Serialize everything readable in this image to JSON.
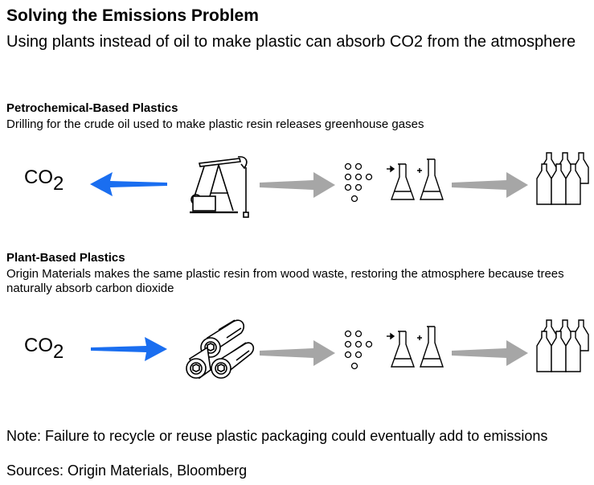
{
  "header": {
    "title": "Solving the Emissions Problem",
    "subtitle": "Using plants instead of oil to make plastic can absorb CO2 from the atmosphere"
  },
  "sections": [
    {
      "heading": "Petrochemical-Based Plastics",
      "description": "Drilling for the crude oil used to make plastic resin releases greenhouse gases",
      "co2_main": "CO",
      "co2_sub": "2",
      "co2_arrow_direction": "outward (released)",
      "steps": [
        "oil-pumpjack-icon",
        "molecules-icon",
        "flask-icon",
        "bottles-icon"
      ]
    },
    {
      "heading": "Plant-Based Plastics",
      "description": "Origin Materials makes the same plastic resin from wood waste, restoring the atmosphere because trees naturally absorb carbon dioxide",
      "co2_main": "CO",
      "co2_sub": "2",
      "co2_arrow_direction": "inward (absorbed)",
      "steps": [
        "wood-logs-icon",
        "molecules-icon",
        "flask-icon",
        "bottles-icon"
      ]
    }
  ],
  "footer": {
    "note": "Note: Failure to recycle or reuse plastic packaging could eventually add to emissions",
    "sources": "Sources: Origin Materials, Bloomberg"
  },
  "colors": {
    "co2_arrow": "#1a6ef0",
    "process_arrow": "#a6a6a6",
    "text": "#000000",
    "background": "#ffffff"
  }
}
